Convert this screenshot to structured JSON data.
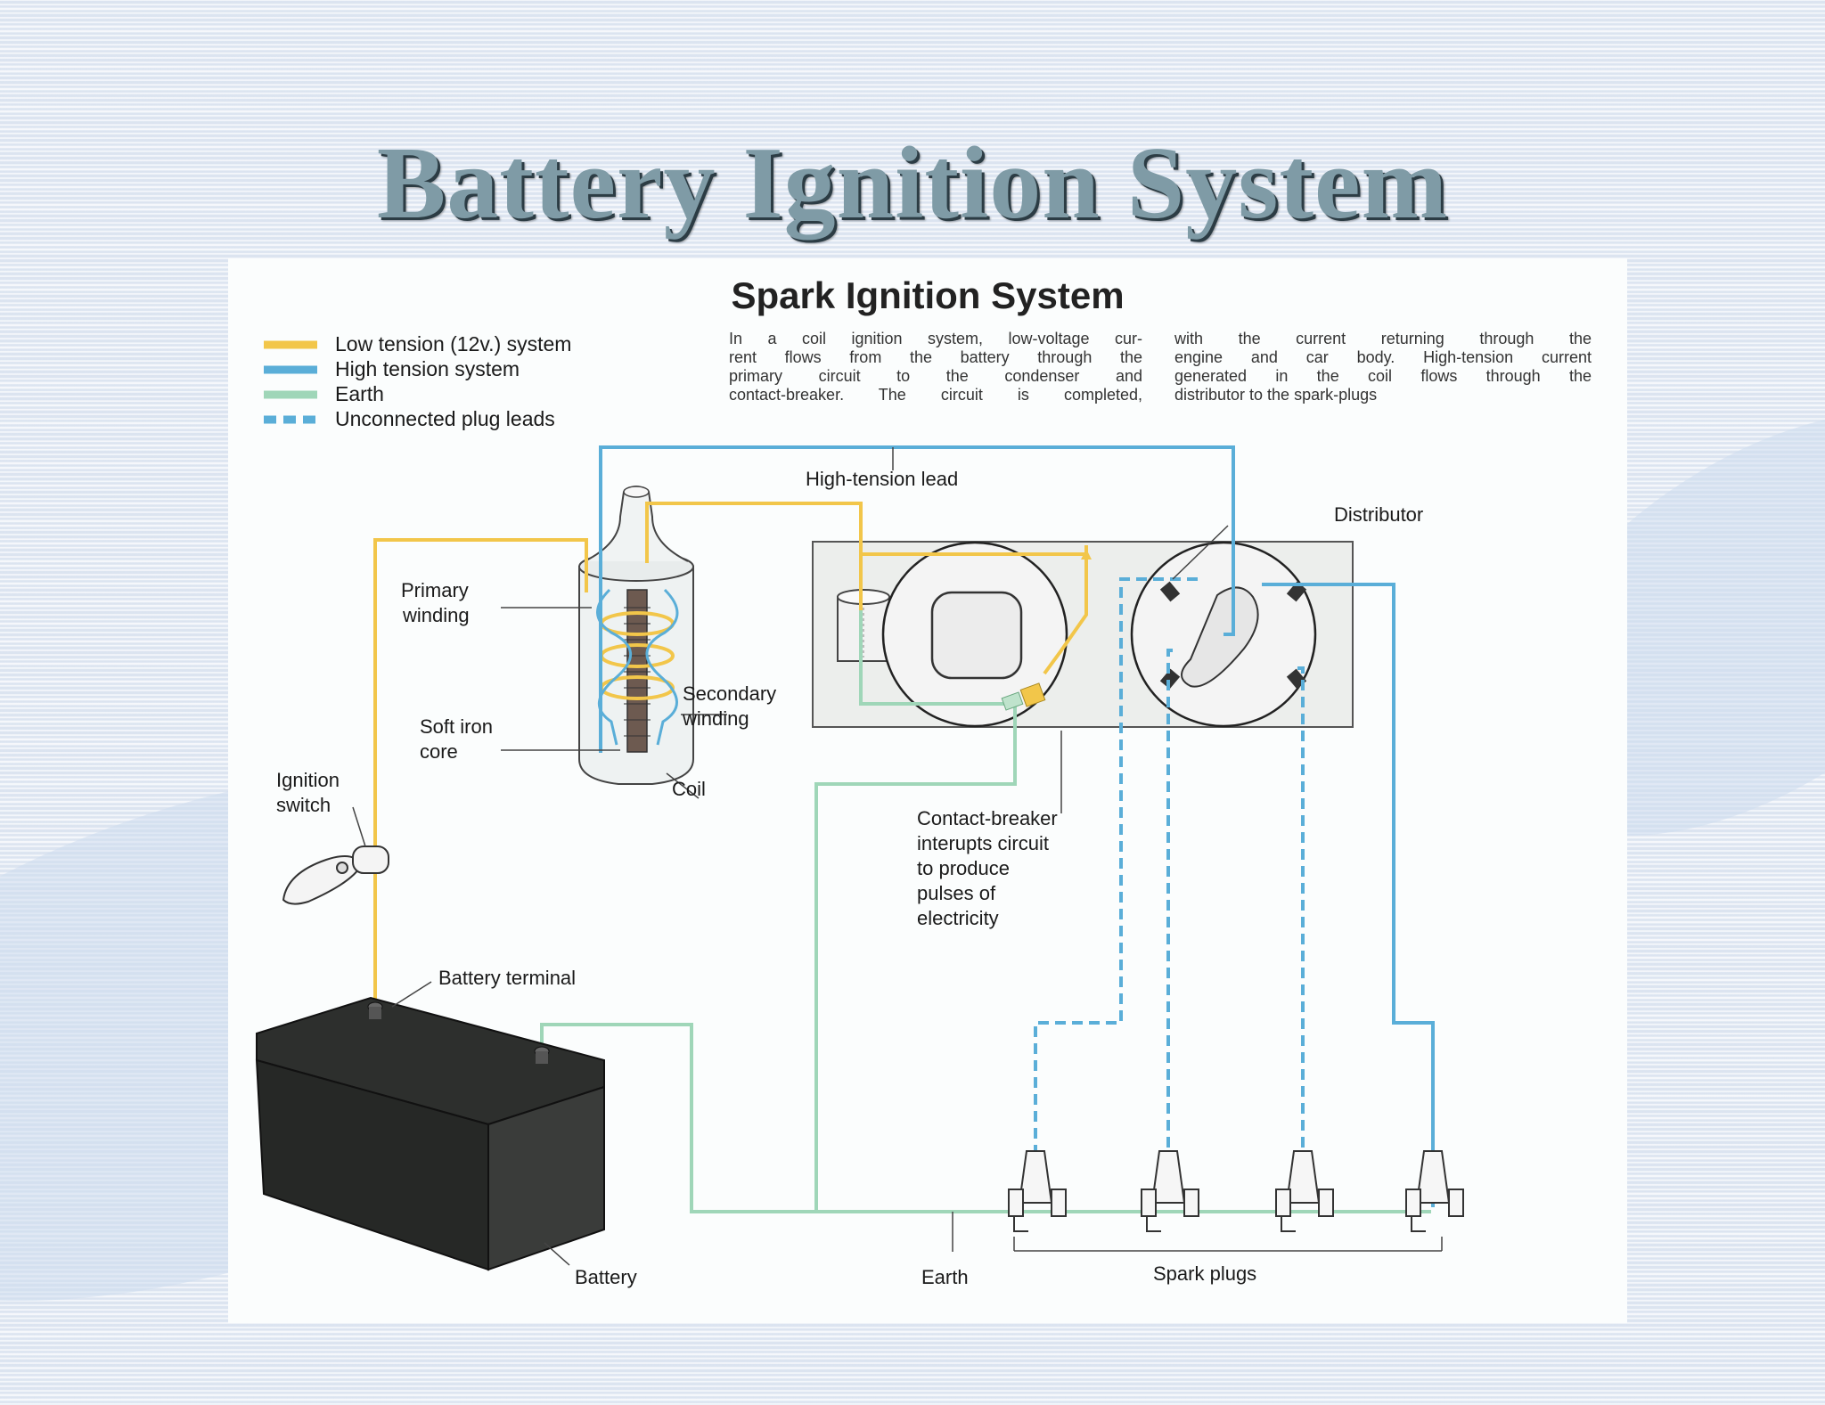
{
  "slide": {
    "title": "Battery Ignition System"
  },
  "figure": {
    "title": "Spark Ignition System",
    "legend": [
      {
        "label": "Low tension (12v.) system",
        "color": "#f2c64a",
        "style": "solid"
      },
      {
        "label": "High tension system",
        "color": "#5aaed8",
        "style": "solid"
      },
      {
        "label": "Earth",
        "color": "#9fd6b8",
        "style": "solid"
      },
      {
        "label": "Unconnected plug leads",
        "color": "#5aaed8",
        "style": "dashed"
      }
    ],
    "description": [
      "In a coil ignition system, low-voltage cur-",
      "rent flows from the battery through the",
      "primary circuit to the condenser and",
      "contact-breaker. The circuit is completed,",
      "with the current returning through the",
      "engine and car body. High-tension current",
      "generated in the coil flows through the",
      "distributor to the spark-plugs"
    ],
    "labels": {
      "high_tension_lead": "High-tension lead",
      "distributor": "Distributor",
      "primary_winding": [
        "Primary",
        "winding"
      ],
      "secondary_winding": [
        "Secondary",
        "winding"
      ],
      "soft_iron_core": [
        "Soft iron",
        "core"
      ],
      "coil": "Coil",
      "ignition_switch": [
        "Ignition",
        "switch"
      ],
      "contact_breaker": [
        "Contact-breaker",
        "interupts circuit",
        "to produce",
        "pulses of",
        "electricity"
      ],
      "battery_terminal": "Battery terminal",
      "battery": "Battery",
      "earth": "Earth",
      "spark_plugs": "Spark plugs"
    }
  }
}
